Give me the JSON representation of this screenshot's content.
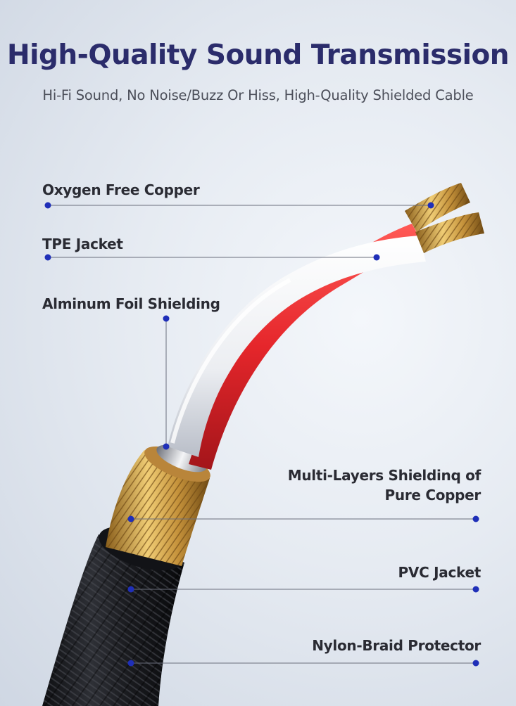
{
  "header": {
    "title": "High-Quality Sound Transmission",
    "subtitle": "Hi-Fi Sound, No Noise/Buzz Or Hiss, High-Quality Shielded Cable"
  },
  "layers": [
    {
      "id": "oxygen-free-copper",
      "label": "Oxygen Free Copper"
    },
    {
      "id": "tpe-jacket",
      "label": "TPE Jacket"
    },
    {
      "id": "aluminum-foil-shielding",
      "label": "Alminum Foil Shielding"
    },
    {
      "id": "multi-layers-shielding",
      "label_line1": "Multi-Layers Shieldinq of",
      "label_line2": "Pure Copper"
    },
    {
      "id": "pvc-jacket",
      "label": "PVC Jacket"
    },
    {
      "id": "nylon-braid-protector",
      "label": "Nylon-Braid Protector"
    }
  ],
  "colors": {
    "title": "#2b2c6b",
    "marker": "#1f2fb8",
    "wire_red": "#e5262b",
    "wire_white": "#f4f4f4",
    "copper": "#d2a64a",
    "braid": "#1c1d21"
  }
}
